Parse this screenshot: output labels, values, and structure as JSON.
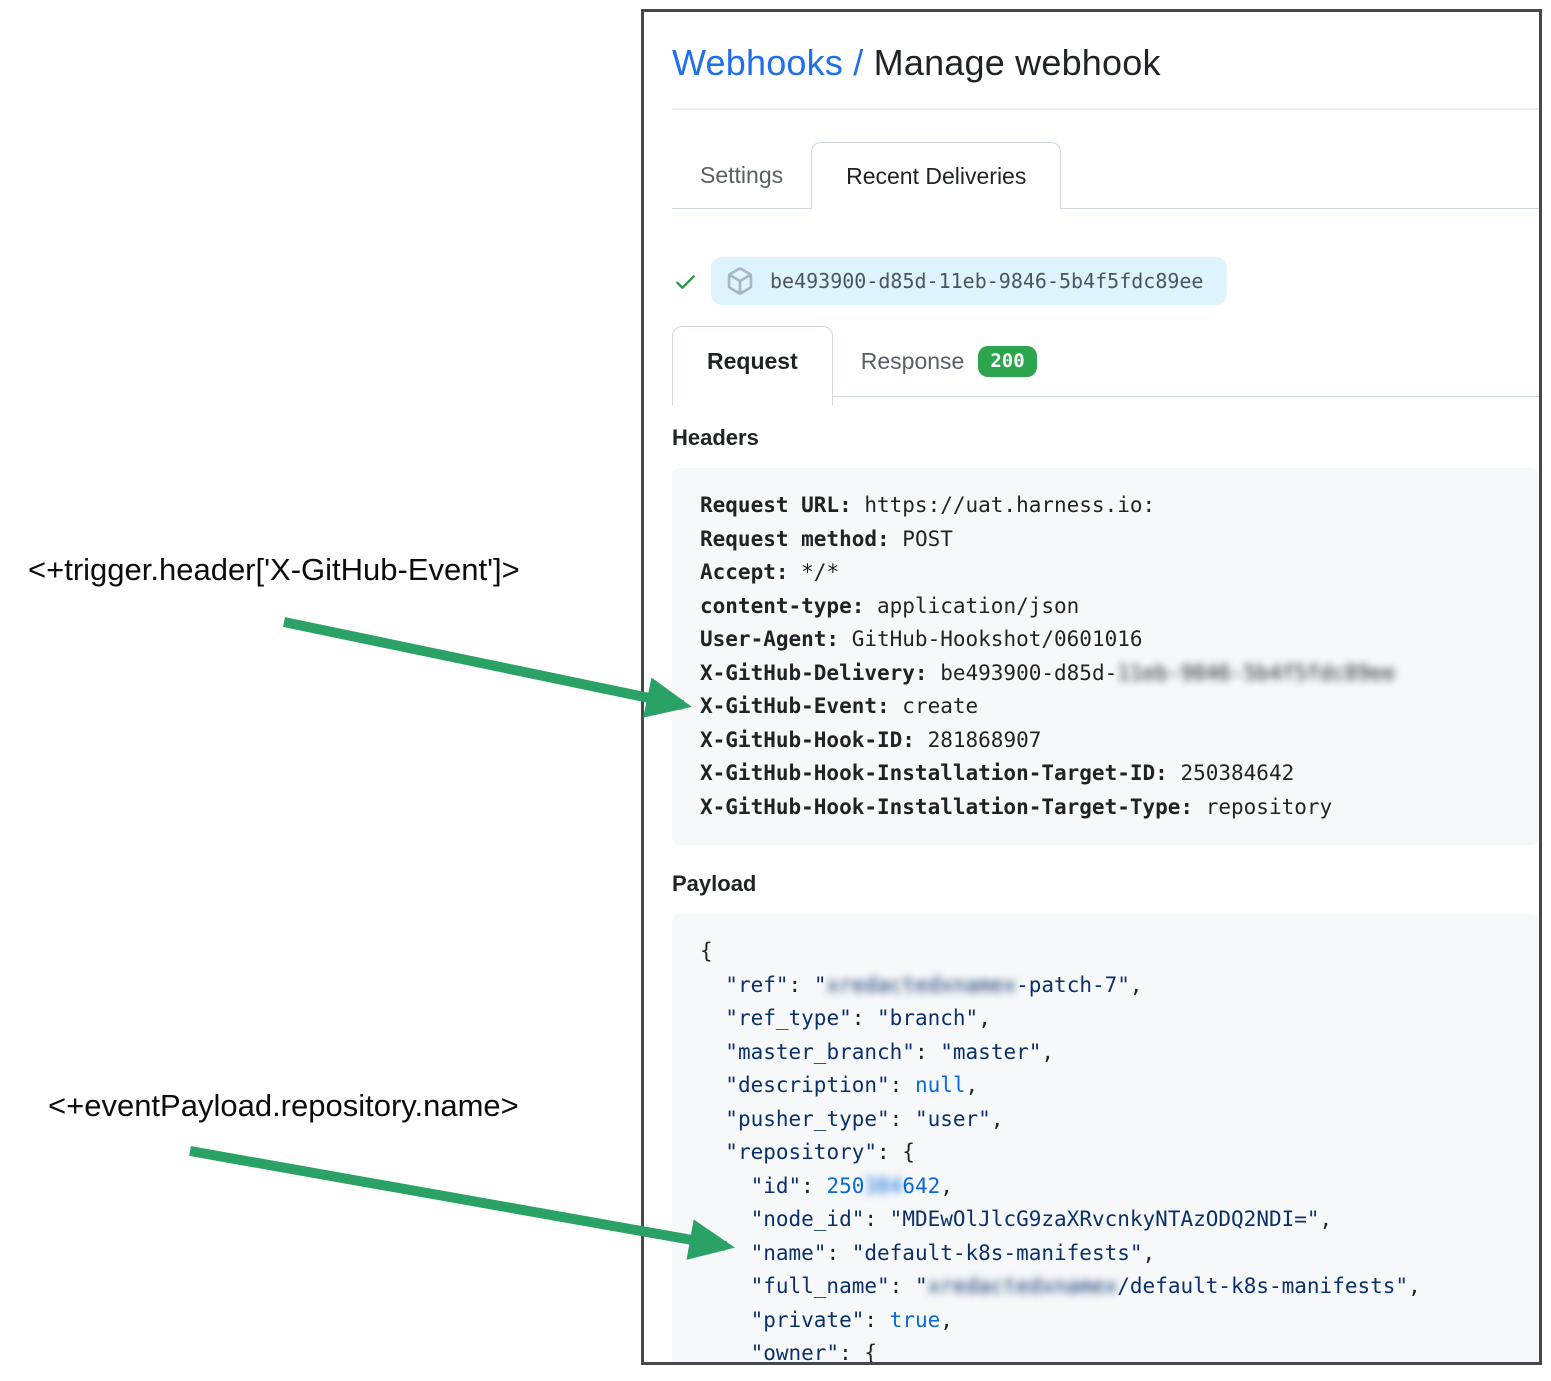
{
  "annotations": {
    "trigger_expression": "<+trigger.header['X-GitHub-Event']>",
    "payload_expression": "<+eventPayload.repository.name>"
  },
  "header": {
    "breadcrumb": "Webhooks",
    "separator": " / ",
    "title": "Manage webhook"
  },
  "tabs": {
    "settings": "Settings",
    "recent_deliveries": "Recent Deliveries"
  },
  "delivery": {
    "status_icon": "check-icon",
    "package_icon": "package-icon",
    "guid": "be493900-d85d-11eb-9846-5b4f5fdc89ee"
  },
  "subtabs": {
    "request": "Request",
    "response": "Response",
    "response_status": "200"
  },
  "headers_section": {
    "title": "Headers",
    "lines": [
      [
        {
          "t": "Request URL:",
          "c": "hk"
        },
        {
          "t": " https://uat.harness.io:",
          "c": "hv"
        }
      ],
      [
        {
          "t": "Request method:",
          "c": "hk"
        },
        {
          "t": " POST",
          "c": "hv"
        }
      ],
      [
        {
          "t": "Accept:",
          "c": "hk"
        },
        {
          "t": " */*",
          "c": "hv"
        }
      ],
      [
        {
          "t": "content-type:",
          "c": "hk"
        },
        {
          "t": " application/json",
          "c": "hv"
        }
      ],
      [
        {
          "t": "User-Agent:",
          "c": "hk"
        },
        {
          "t": " GitHub-Hookshot/0601016",
          "c": "hv"
        }
      ],
      [
        {
          "t": "X-GitHub-Delivery:",
          "c": "hk"
        },
        {
          "t": " be493900-d85d-",
          "c": "hv"
        },
        {
          "t": "11eb-9846-5b4f5fdc89ee",
          "c": "hv blur"
        }
      ],
      [
        {
          "t": "X-GitHub-Event:",
          "c": "hk"
        },
        {
          "t": " create",
          "c": "hv"
        }
      ],
      [
        {
          "t": "X-GitHub-Hook-ID:",
          "c": "hk"
        },
        {
          "t": " 281868907",
          "c": "hv"
        }
      ],
      [
        {
          "t": "X-GitHub-Hook-Installation-Target-ID:",
          "c": "hk"
        },
        {
          "t": " 250384642",
          "c": "hv"
        }
      ],
      [
        {
          "t": "X-GitHub-Hook-Installation-Target-Type:",
          "c": "hk"
        },
        {
          "t": " repository",
          "c": "hv"
        }
      ]
    ]
  },
  "payload_section": {
    "title": "Payload",
    "lines": [
      [
        {
          "t": "{",
          "c": "p"
        }
      ],
      [
        {
          "t": "  ",
          "c": "p"
        },
        {
          "t": "\"ref\"",
          "c": "k"
        },
        {
          "t": ": ",
          "c": "p"
        },
        {
          "t": "\"",
          "c": "s"
        },
        {
          "t": "xredactedxnamex",
          "c": "s blur"
        },
        {
          "t": "-patch-7\"",
          "c": "s"
        },
        {
          "t": ",",
          "c": "p"
        }
      ],
      [
        {
          "t": "  ",
          "c": "p"
        },
        {
          "t": "\"ref_type\"",
          "c": "k"
        },
        {
          "t": ": ",
          "c": "p"
        },
        {
          "t": "\"branch\"",
          "c": "s"
        },
        {
          "t": ",",
          "c": "p"
        }
      ],
      [
        {
          "t": "  ",
          "c": "p"
        },
        {
          "t": "\"master_branch\"",
          "c": "k"
        },
        {
          "t": ": ",
          "c": "p"
        },
        {
          "t": "\"master\"",
          "c": "s"
        },
        {
          "t": ",",
          "c": "p"
        }
      ],
      [
        {
          "t": "  ",
          "c": "p"
        },
        {
          "t": "\"description\"",
          "c": "k"
        },
        {
          "t": ": ",
          "c": "p"
        },
        {
          "t": "null",
          "c": "n"
        },
        {
          "t": ",",
          "c": "p"
        }
      ],
      [
        {
          "t": "  ",
          "c": "p"
        },
        {
          "t": "\"pusher_type\"",
          "c": "k"
        },
        {
          "t": ": ",
          "c": "p"
        },
        {
          "t": "\"user\"",
          "c": "s"
        },
        {
          "t": ",",
          "c": "p"
        }
      ],
      [
        {
          "t": "  ",
          "c": "p"
        },
        {
          "t": "\"repository\"",
          "c": "k"
        },
        {
          "t": ": {",
          "c": "p"
        }
      ],
      [
        {
          "t": "    ",
          "c": "p"
        },
        {
          "t": "\"id\"",
          "c": "k"
        },
        {
          "t": ": ",
          "c": "p"
        },
        {
          "t": "250",
          "c": "n"
        },
        {
          "t": "384",
          "c": "n blur"
        },
        {
          "t": "642",
          "c": "n"
        },
        {
          "t": ",",
          "c": "p"
        }
      ],
      [
        {
          "t": "    ",
          "c": "p"
        },
        {
          "t": "\"node_id\"",
          "c": "k"
        },
        {
          "t": ": ",
          "c": "p"
        },
        {
          "t": "\"MDEwOlJlcG9zaXRvcnkyNTAzODQ2NDI=\"",
          "c": "s"
        },
        {
          "t": ",",
          "c": "p"
        }
      ],
      [
        {
          "t": "    ",
          "c": "p"
        },
        {
          "t": "\"name\"",
          "c": "k"
        },
        {
          "t": ": ",
          "c": "p"
        },
        {
          "t": "\"default-k8s-manifests\"",
          "c": "s"
        },
        {
          "t": ",",
          "c": "p"
        }
      ],
      [
        {
          "t": "    ",
          "c": "p"
        },
        {
          "t": "\"full_name\"",
          "c": "k"
        },
        {
          "t": ": ",
          "c": "p"
        },
        {
          "t": "\"",
          "c": "s"
        },
        {
          "t": "xredactedxnamex",
          "c": "s blur"
        },
        {
          "t": "/default-k8s-manifests\"",
          "c": "s"
        },
        {
          "t": ",",
          "c": "p"
        }
      ],
      [
        {
          "t": "    ",
          "c": "p"
        },
        {
          "t": "\"private\"",
          "c": "k"
        },
        {
          "t": ": ",
          "c": "p"
        },
        {
          "t": "true",
          "c": "n"
        },
        {
          "t": ",",
          "c": "p"
        }
      ],
      [
        {
          "t": "    ",
          "c": "p"
        },
        {
          "t": "\"owner\"",
          "c": "k"
        },
        {
          "t": ": {",
          "c": "p"
        }
      ]
    ]
  },
  "colors": {
    "link_blue": "#1f6feb",
    "text_primary": "#1f2328",
    "text_muted": "#57606a",
    "pill_background": "#ddf4ff",
    "code_background": "#f6f8fa",
    "border_gray": "#d0d7de",
    "json_key_navy": "#0a3069",
    "json_constant_blue": "#0969da",
    "badge_green": "#2da44e",
    "check_green": "#2c974b",
    "arrow_green": "#2ba265",
    "frame_border": "#45494e"
  }
}
